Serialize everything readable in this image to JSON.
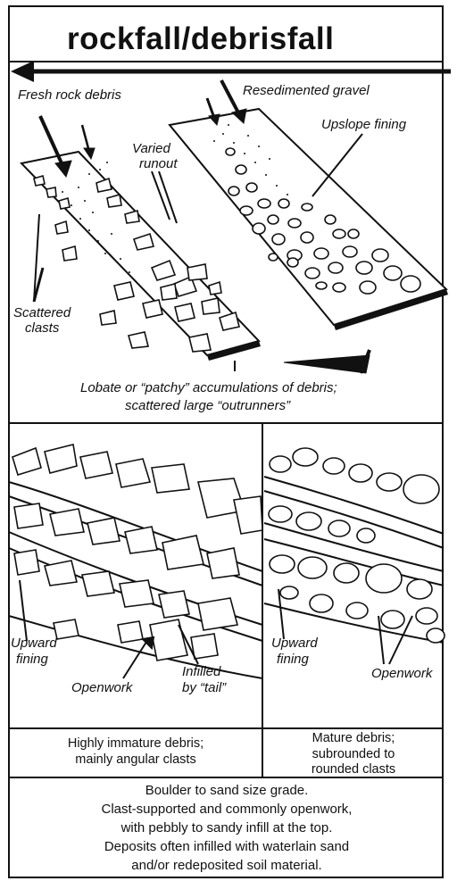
{
  "title": "rockfall/debrisfall",
  "top_labels": {
    "fresh_debris": "Fresh rock debris",
    "resedimented": "Resedimented gravel",
    "varied_runout_1": "Varied",
    "varied_runout_2": "runout",
    "upslope_fining": "Upslope fining",
    "scattered_1": "Scattered",
    "scattered_2": "clasts",
    "lobate_1": "Lobate or “patchy” accumulations of debris;",
    "lobate_2": "scattered large “outrunners”"
  },
  "section_labels": {
    "left_upward_1": "Upward",
    "left_upward_2": "fining",
    "left_openwork": "Openwork",
    "infilled_1": "Infilled",
    "infilled_2": "by “tail”",
    "right_upward_1": "Upward",
    "right_upward_2": "fining",
    "right_openwork": "Openwork"
  },
  "captions": {
    "left_1": "Highly immature debris;",
    "left_2": "mainly angular clasts",
    "right_1": "Mature debris;",
    "right_2": "subrounded to",
    "right_3": "rounded clasts"
  },
  "summary": [
    "Boulder to sand size grade.",
    "Clast-supported and commonly openwork,",
    "with pebbly to sandy infill at the top.",
    "Deposits often infilled with waterlain sand",
    "and/or redeposited soil material."
  ]
}
